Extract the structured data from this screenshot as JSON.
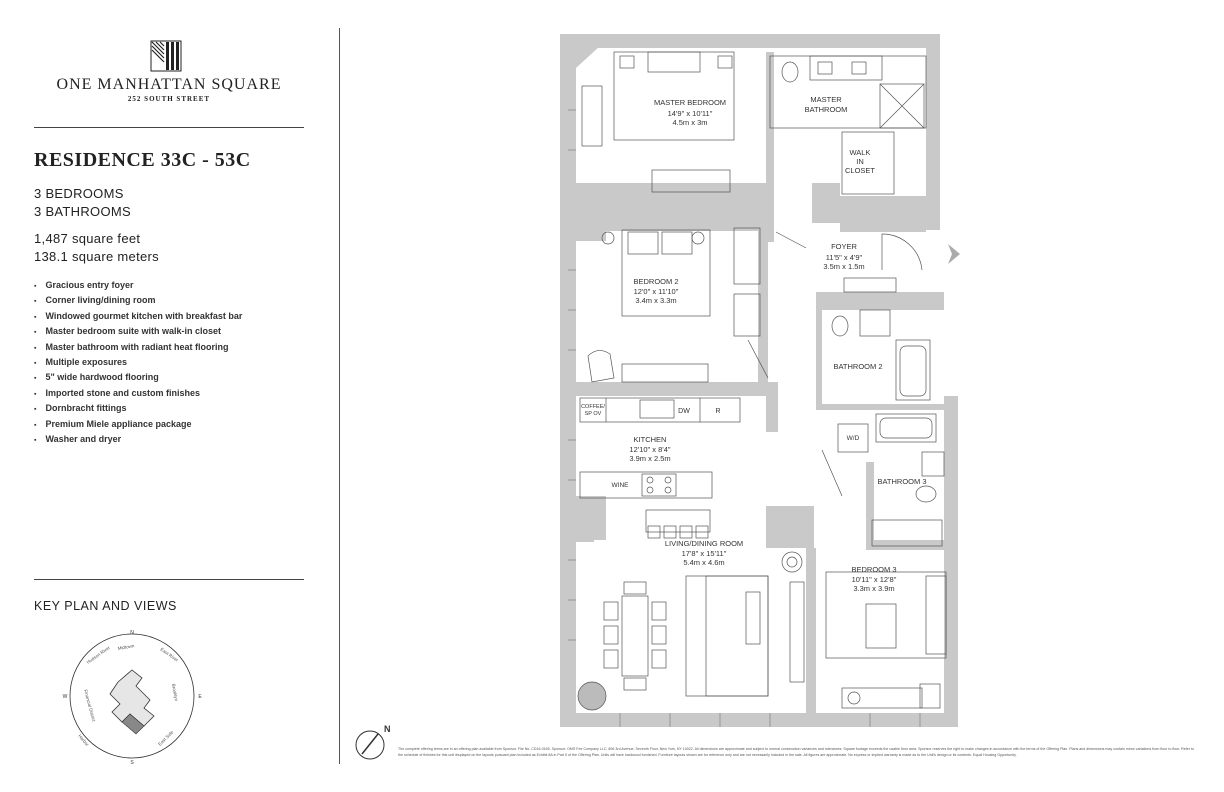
{
  "brand": {
    "name": "ONE MANHATTAN SQUARE",
    "address": "252 SOUTH STREET"
  },
  "residence": {
    "title": "RESIDENCE 33C - 53C",
    "bedrooms": "3 BEDROOMS",
    "bathrooms": "3 BATHROOMS",
    "square_feet": "1,487 square feet",
    "square_meters": "138.1 square meters"
  },
  "features": [
    "Gracious entry foyer",
    "Corner living/dining room",
    "Windowed gourmet kitchen with breakfast bar",
    "Master bedroom suite with walk-in closet",
    "Master bathroom with radiant heat flooring",
    "Multiple exposures",
    "5\" wide hardwood flooring",
    "Imported stone and custom finishes",
    "Dornbracht fittings",
    "Premium Miele appliance package",
    "Washer and dryer"
  ],
  "key_plan": {
    "title": "KEY PLAN AND VIEWS",
    "compass": {
      "n": "N",
      "s": "S",
      "e": "E",
      "w": "W"
    },
    "views": [
      "Hudson River",
      "East River",
      "Midtown",
      "Brooklyn",
      "Harbor",
      "East Side",
      "Financial District"
    ]
  },
  "rooms": {
    "master_bedroom": {
      "name": "MASTER BEDROOM",
      "dims_ft": "14'9\" x 10'11\"",
      "dims_m": "4.5m x 3m"
    },
    "master_bathroom": {
      "line1": "MASTER",
      "line2": "BATHROOM"
    },
    "walk_in_closet": {
      "line1": "WALK",
      "line2": "IN",
      "line3": "CLOSET"
    },
    "foyer": {
      "name": "FOYER",
      "dims_ft": "11'5\" x 4'9\"",
      "dims_m": "3.5m x 1.5m"
    },
    "bedroom_2": {
      "name": "BEDROOM 2",
      "dims_ft": "12'0\" x 11'10\"",
      "dims_m": "3.4m x 3.3m"
    },
    "bathroom_2": {
      "name": "BATHROOM 2"
    },
    "kitchen": {
      "name": "KITCHEN",
      "dims_ft": "12'10\" x 8'4\"",
      "dims_m": "3.9m x 2.5m"
    },
    "coffee": {
      "line1": "COFFEE/",
      "line2": "SP OV"
    },
    "dw": "DW",
    "r": "R",
    "wine": "WINE",
    "wd": "W/D",
    "bathroom_3": {
      "name": "BATHROOM 3"
    },
    "living_dining": {
      "name": "LIVING/DINING ROOM",
      "dims_ft": "17'8\" x 15'11\"",
      "dims_m": "5.4m x 4.6m"
    },
    "bedroom_3": {
      "name": "BEDROOM 3",
      "dims_ft": "10'11\" x 12'8\"",
      "dims_m": "3.3m x 3.9m"
    }
  },
  "disclaimer": "The complete offering terms are in an offering plan available from Sponsor. File No. CD16-0165. Sponsor: OMS Fee Company LLC, 806 3rd Avenue, Seventh Floor, New York, NY 10022. All dimensions are approximate and subject to normal construction variances and tolerances. Square footage exceeds the usable floor area. Sponsor reserves the right to make changes in accordance with the terms of the Offering Plan. Plans and dimensions may contain minor variations from floor to floor. Refer to the schedule of finishes for this unit displayed on the layouts pursuant plan included as Exhibit 8A in Part II of the Offering Plan. Units will have hardwood furnished. Furniture layouts shown are for reference only and are not necessarily included in the sale. All figures are approximate. No express or implied warranty is made as to the Unit's design or its contents. Equal Housing Opportunity.",
  "colors": {
    "wall": "#c9c9c9",
    "line": "#555555",
    "accent": "#999999"
  }
}
